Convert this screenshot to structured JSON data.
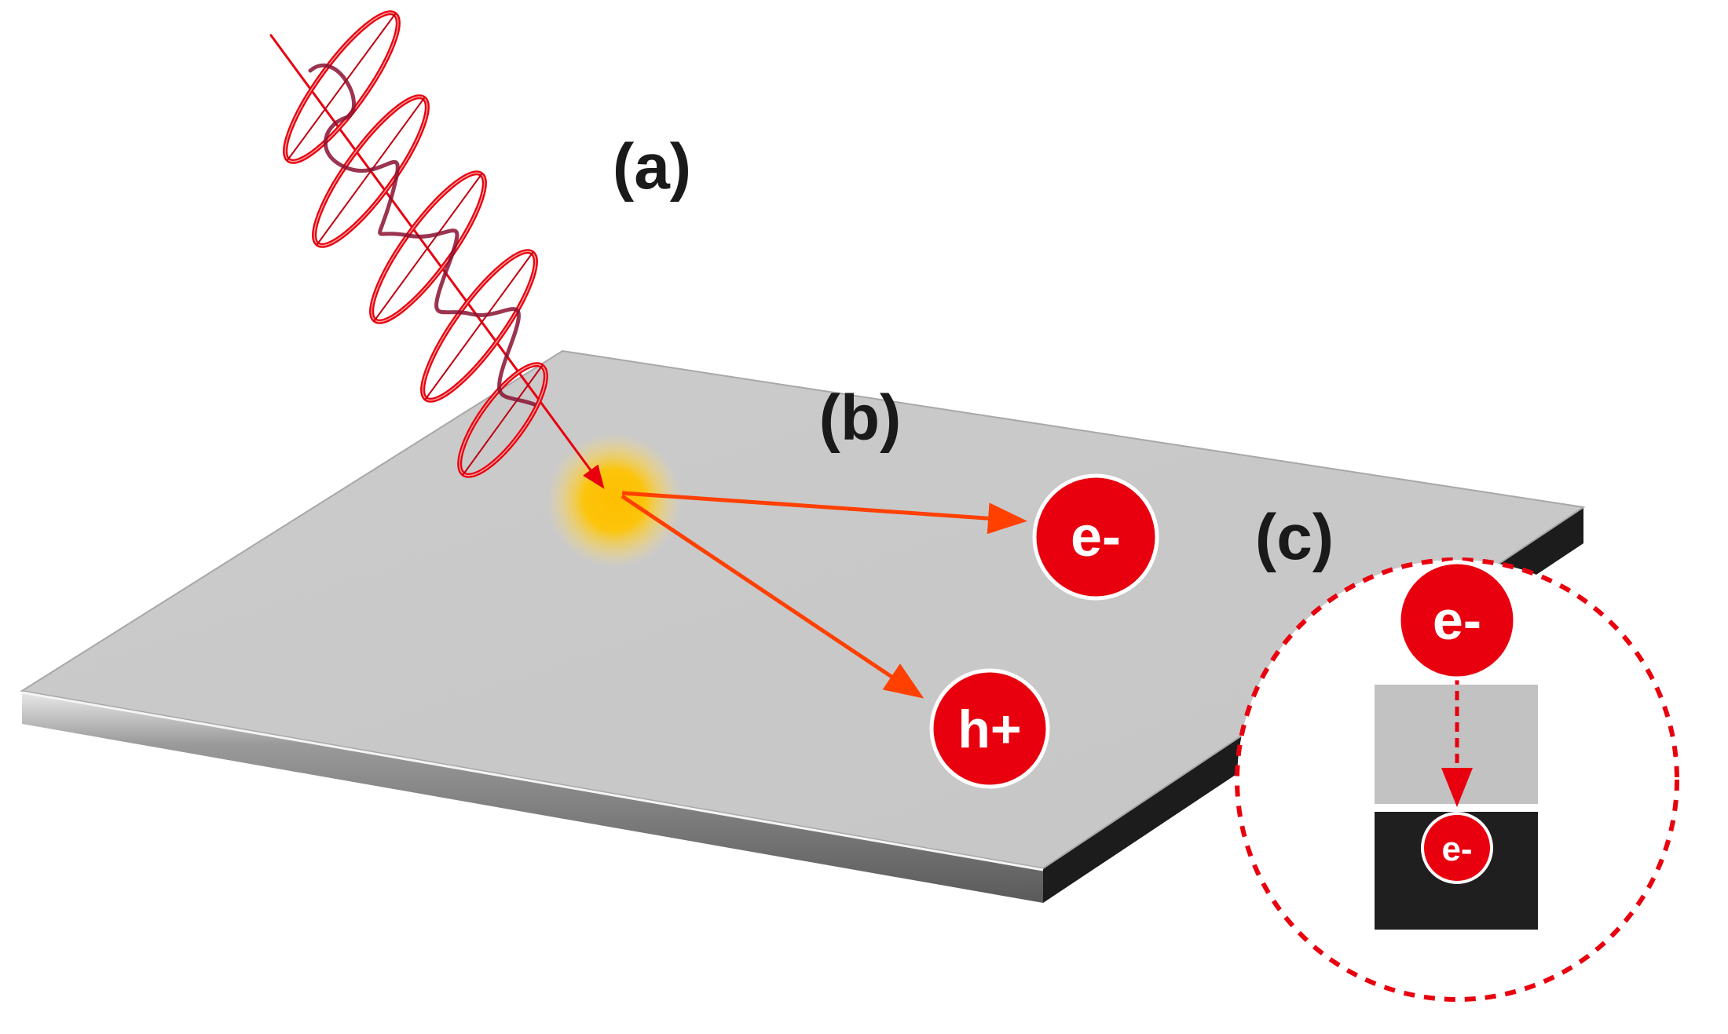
{
  "labels": {
    "a": "(a)",
    "b": "(b)",
    "c": "(c)"
  },
  "particles": {
    "electron": "e-",
    "hole": "h+",
    "inset_electron_top": "e-",
    "inset_electron_bottom": "e-"
  },
  "colors": {
    "wave": "#e8000e",
    "arrow": "#ff4000",
    "particle": "#e8000e",
    "plate_top": "#c8c8c8",
    "plate_edge": "#7a7a7a",
    "plate_dark": "#1c1c1c",
    "glow": "#ffbe00"
  }
}
